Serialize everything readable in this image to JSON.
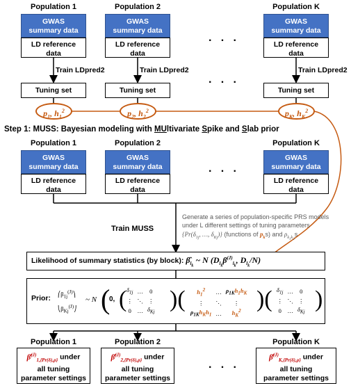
{
  "top": {
    "populations": [
      {
        "title": "Population 1",
        "gwas": "GWAS\nsummary data",
        "ld": "LD reference\ndata",
        "train": "Train LDpred2",
        "tuning": "Tuning set",
        "oval": "p1, h12"
      },
      {
        "title": "Population 2",
        "gwas": "GWAS\nsummary data",
        "ld": "LD reference\ndata",
        "train": "Train LDpred2",
        "tuning": "Tuning set",
        "oval": "p2, h22"
      },
      {
        "title": "Population K",
        "gwas": "GWAS\nsummary data",
        "ld": "LD reference\ndata",
        "train": "Train LDpred2",
        "tuning": "Tuning set",
        "oval": "pK, hK2"
      }
    ],
    "dots": "· · ·"
  },
  "step1": {
    "prefix": "Step 1: MUSS: Bayesian modeling with ",
    "mu": "MU",
    "ltivariate": "ltivariate ",
    "s1": "S",
    "pike_and": "pike and ",
    "s2": "S",
    "lab_prior": "lab prior"
  },
  "middle": {
    "populations": [
      {
        "title": "Population 1",
        "gwas": "GWAS\nsummary data",
        "ld": "LD reference\ndata"
      },
      {
        "title": "Population 2",
        "gwas": "GWAS\nsummary data",
        "ld": "LD reference\ndata"
      },
      {
        "title": "Population K",
        "gwas": "GWAS\nsummary data",
        "ld": "LD reference\ndata"
      }
    ],
    "dots": "· · ·",
    "train_muss": "Train MUSS",
    "generate_line1": "Generate a series of population-specific PRS models",
    "generate_line2": "under L different settings of tuning parameters",
    "functions_text": "(functions of",
    "and_text": "and"
  },
  "likelihood": {
    "label": "Likelihood of summary statistics (by block):"
  },
  "prior": {
    "label": "Prior:"
  },
  "bottom": {
    "populations": [
      {
        "title": "Population 1",
        "under": "under",
        "line2": "all tuning",
        "line3": "parameter settings"
      },
      {
        "title": "Population 2",
        "under": "under",
        "line2": "all tuning",
        "line3": "parameter settings"
      },
      {
        "title": "Population K",
        "under": "under",
        "line2": "all tuning",
        "line3": "parameter settings"
      }
    ],
    "dots": "· · ·"
  },
  "colors": {
    "blue": "#4472c4",
    "orange": "#c55a11",
    "red": "#c00000"
  }
}
